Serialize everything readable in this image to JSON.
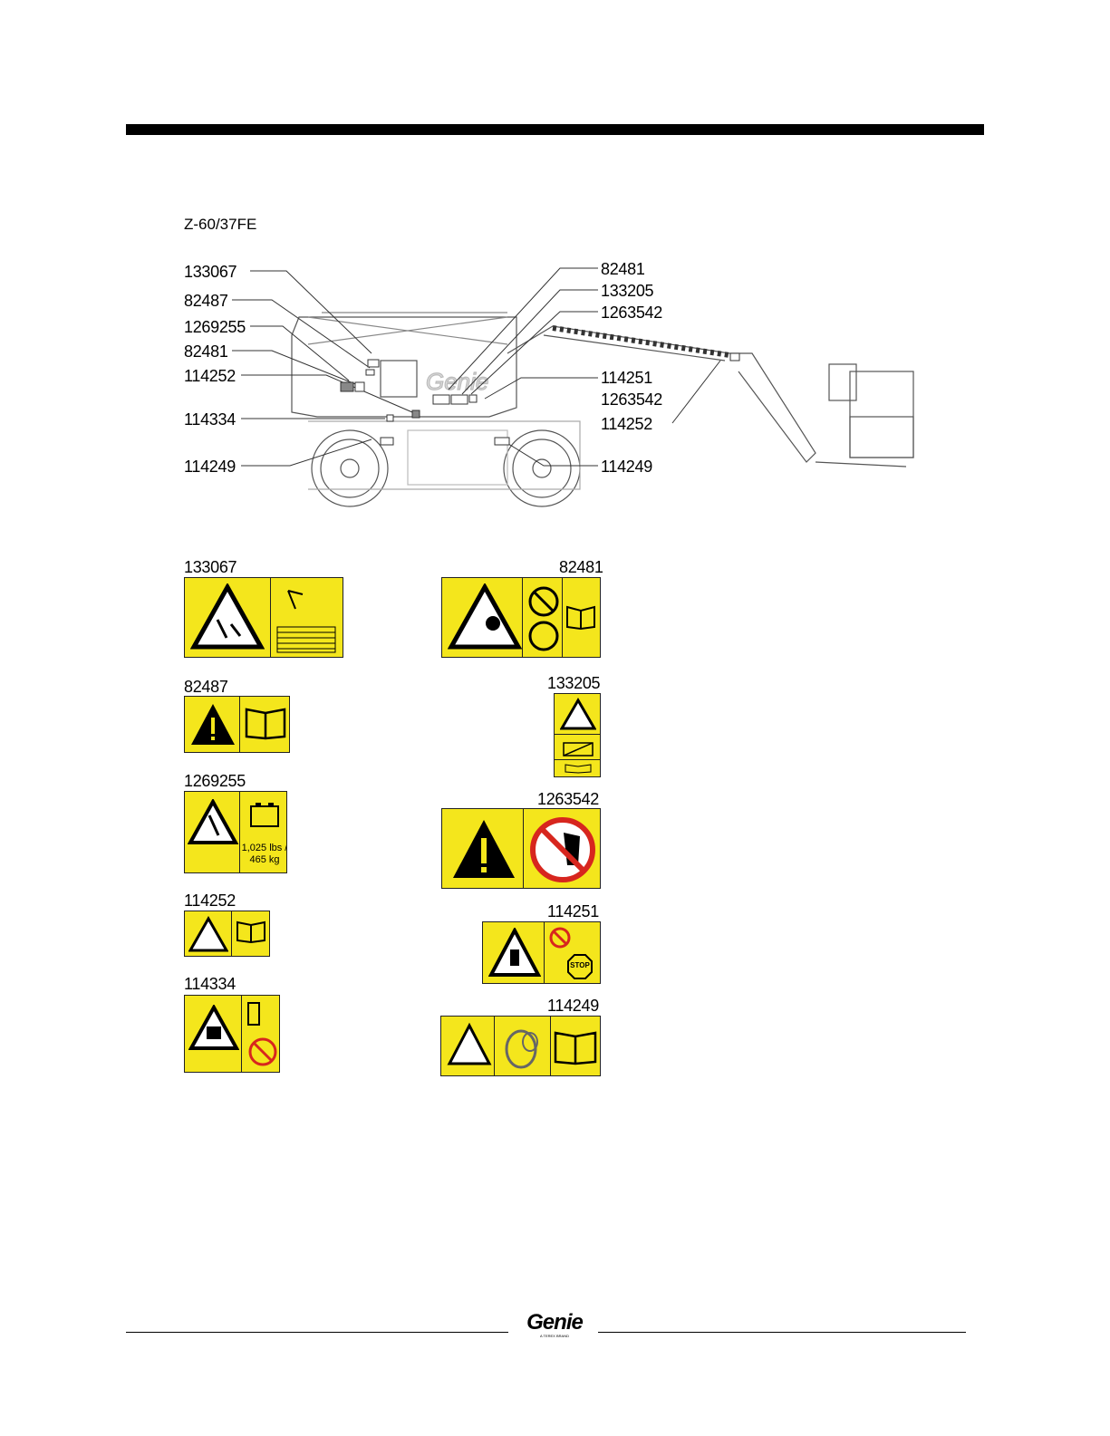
{
  "model": "Z-60/37FE",
  "callouts_left": [
    "133067",
    "82487",
    "1269255",
    "82481",
    "114252",
    "114334",
    "114249"
  ],
  "callouts_right": [
    "82481",
    "133205",
    "1263542",
    "114251",
    "1263542",
    "114252",
    "114249"
  ],
  "machine_brand": "Genie",
  "decals": {
    "d133067": {
      "label": "133067"
    },
    "d82481": {
      "label": "82481"
    },
    "d82487": {
      "label": "82487"
    },
    "d133205": {
      "label": "133205"
    },
    "d1269255": {
      "label": "1269255",
      "weight": "1,025 lbs /",
      "weight_kg": "465 kg"
    },
    "d1263542": {
      "label": "1263542"
    },
    "d114252": {
      "label": "114252"
    },
    "d114251": {
      "label": "114251",
      "stop": "STOP"
    },
    "d114334": {
      "label": "114334"
    },
    "d114249": {
      "label": "114249"
    }
  },
  "footer": {
    "brand": "Genie",
    "tagline": "A TEREX BRAND"
  },
  "colors": {
    "decal_yellow": "#f4e61c",
    "prohibit_red": "#d7261e"
  },
  "icons": [
    "warning-triangle-icon",
    "manual-book-icon",
    "battery-icon",
    "prohibition-icon",
    "stop-sign-icon"
  ]
}
